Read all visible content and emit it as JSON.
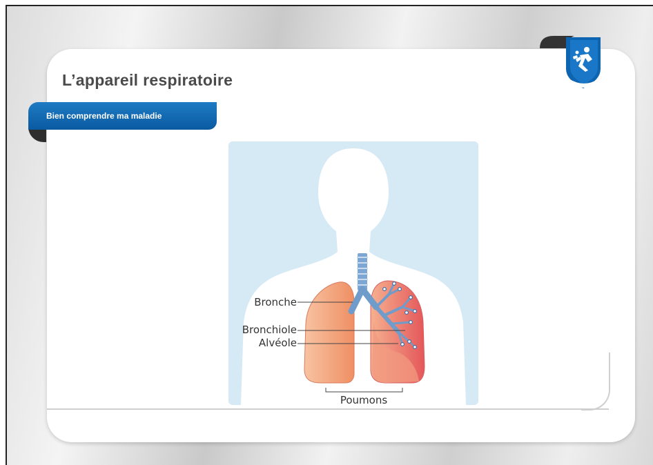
{
  "header": {
    "title": "L’appareil respiratoire",
    "subtitle": "Bien comprendre ma maladie"
  },
  "logo": {
    "icon": "runner-shield-icon"
  },
  "diagram": {
    "labels": {
      "bronche": "Bronche",
      "bronchiole": "Bronchiole",
      "alveole": "Alvéole",
      "poumons": "Poumons"
    }
  },
  "colors": {
    "brand_blue": "#0a5aa0",
    "panel_bg": "#d6eaf5",
    "lung_light": "#f5b48c",
    "lung_dark": "#e8675e",
    "airway": "#6f9ccb"
  }
}
